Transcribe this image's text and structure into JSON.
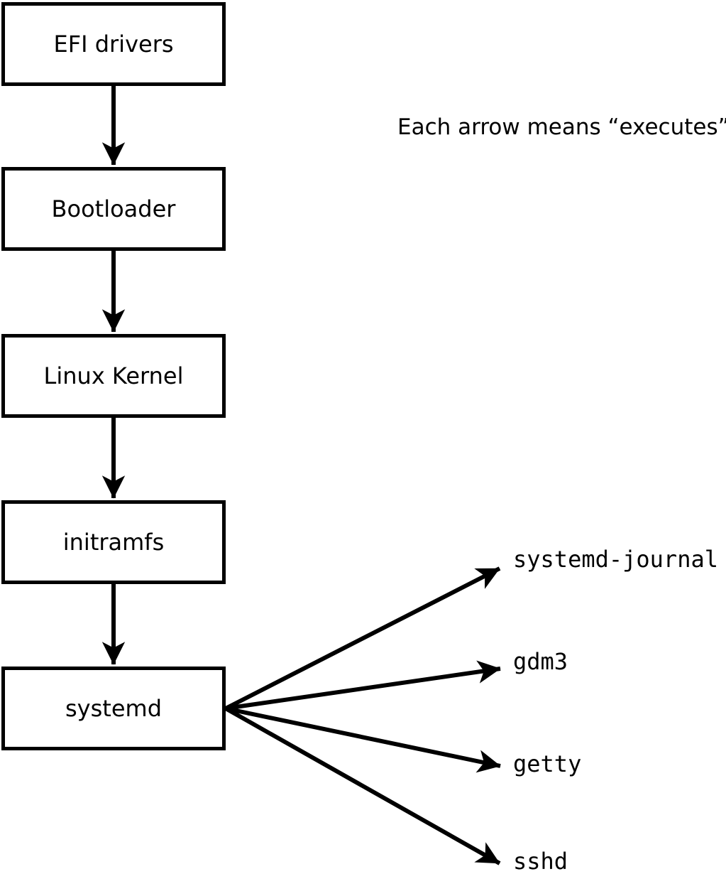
{
  "diagram": {
    "note": "Each arrow means “executes”.",
    "arrow_meaning": "executes",
    "chain": [
      "EFI drivers",
      "Bootloader",
      "Linux Kernel",
      "initramfs",
      "systemd"
    ],
    "spawned": [
      "systemd-journal",
      "gdm3",
      "getty",
      "sshd"
    ],
    "colors": {
      "stroke": "#000000",
      "box_fill": "#ffffff",
      "background": "#ffffff",
      "text": "#000000"
    }
  }
}
